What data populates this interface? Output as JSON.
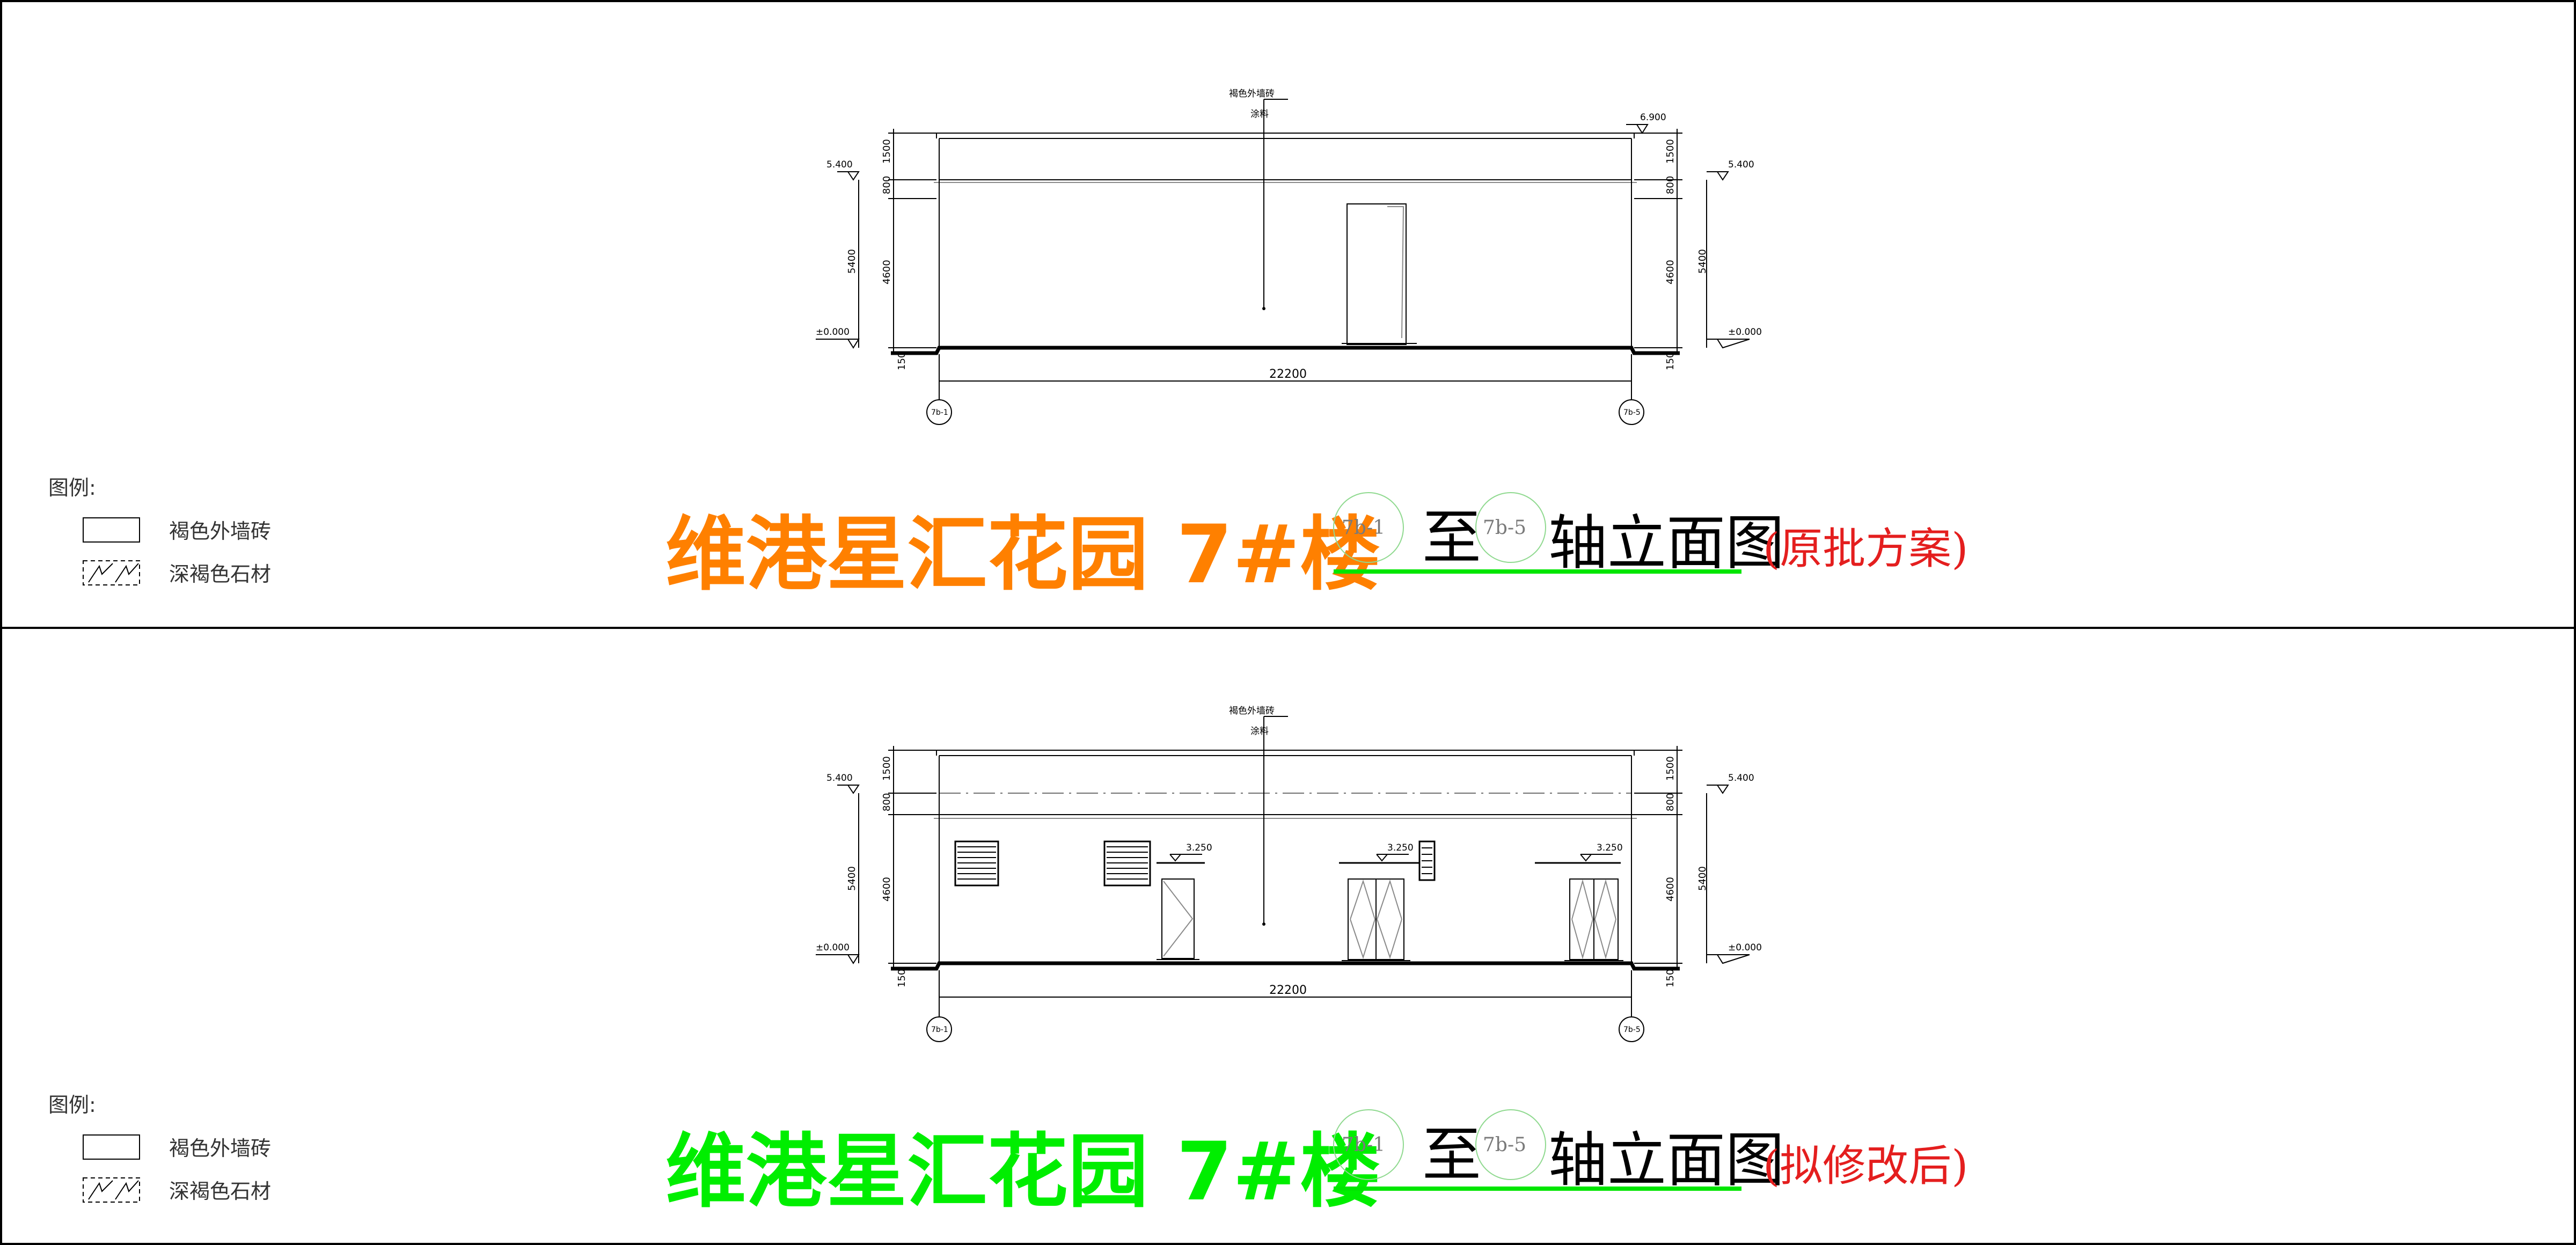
{
  "panels": [
    {
      "id": "original",
      "title_main": "维港星汇花园  7#楼",
      "title_color": "#ff8000",
      "axis_start": "7b-1",
      "axis_to": "至",
      "axis_end": "7b-5",
      "axis_suffix": "轴立面图",
      "tag": "(原批方案)",
      "legend_title": "图例:",
      "legend_items": [
        "褐色外墙砖",
        "深褐色石材"
      ],
      "dims_left": {
        "parapet": "1500",
        "band": "800",
        "wall": "4600",
        "total": "5400",
        "base": "150"
      },
      "dims_right": {
        "parapet": "1500",
        "band": "800",
        "wall": "4600",
        "total": "5400",
        "base": "150"
      },
      "elev_left_roof": "5.400",
      "elev_left_zero": "±0.000",
      "elev_right_top": "6.900",
      "elev_right_roof": "5.400",
      "elev_right_zero": "±0.000",
      "overall_dim": "22200",
      "axis_bubble_left": "7b-1",
      "axis_bubble_right": "7b-5",
      "material_note_1": "褐色外墙砖",
      "material_note_2": "涂料"
    },
    {
      "id": "revised",
      "title_main": "维港星汇花园  7#楼",
      "title_color": "#00ee00",
      "axis_start": "7b-1",
      "axis_to": "至",
      "axis_end": "7b-5",
      "axis_suffix": "轴立面图",
      "tag": "(拟修改后)",
      "legend_title": "图例:",
      "legend_items": [
        "褐色外墙砖",
        "深褐色石材"
      ],
      "dims_left": {
        "parapet": "1500",
        "band": "800",
        "wall": "4600",
        "total": "5400",
        "base": "150"
      },
      "dims_right": {
        "parapet": "1500",
        "band": "800",
        "wall": "4600",
        "total": "5400",
        "base": "150"
      },
      "elev_left_roof": "5.400",
      "elev_left_zero": "±0.000",
      "elev_right_roof": "5.400",
      "elev_right_zero": "±0.000",
      "elev_openings": [
        "3.250",
        "3.250",
        "3.250"
      ],
      "overall_dim": "22200",
      "axis_bubble_left": "7b-1",
      "axis_bubble_right": "7b-5",
      "material_note_1": "褐色外墙砖",
      "material_note_2": "涂料"
    }
  ]
}
